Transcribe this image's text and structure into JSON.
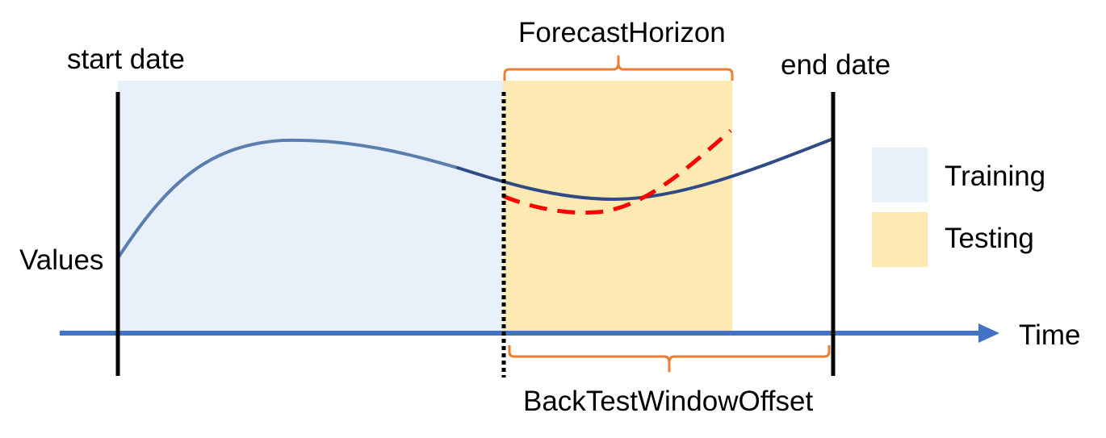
{
  "labels": {
    "start_date": "start date",
    "end_date": "end date",
    "values": "Values",
    "time": "Time",
    "forecast_horizon": "ForecastHorizon",
    "backtest_window_offset": "BackTestWindowOffset"
  },
  "legend": {
    "training": "Training",
    "testing": "Testing"
  },
  "colors": {
    "training_fill": "#e8f1f9",
    "testing_fill": "#fde9b2",
    "time_axis": "#4472c4",
    "actual_curve": "#5a7eb0",
    "actual_curve_dark": "#2f4b86",
    "forecast_curve": "#ff0000",
    "brace": "#ed7d31",
    "boundary_line": "#000000"
  }
}
